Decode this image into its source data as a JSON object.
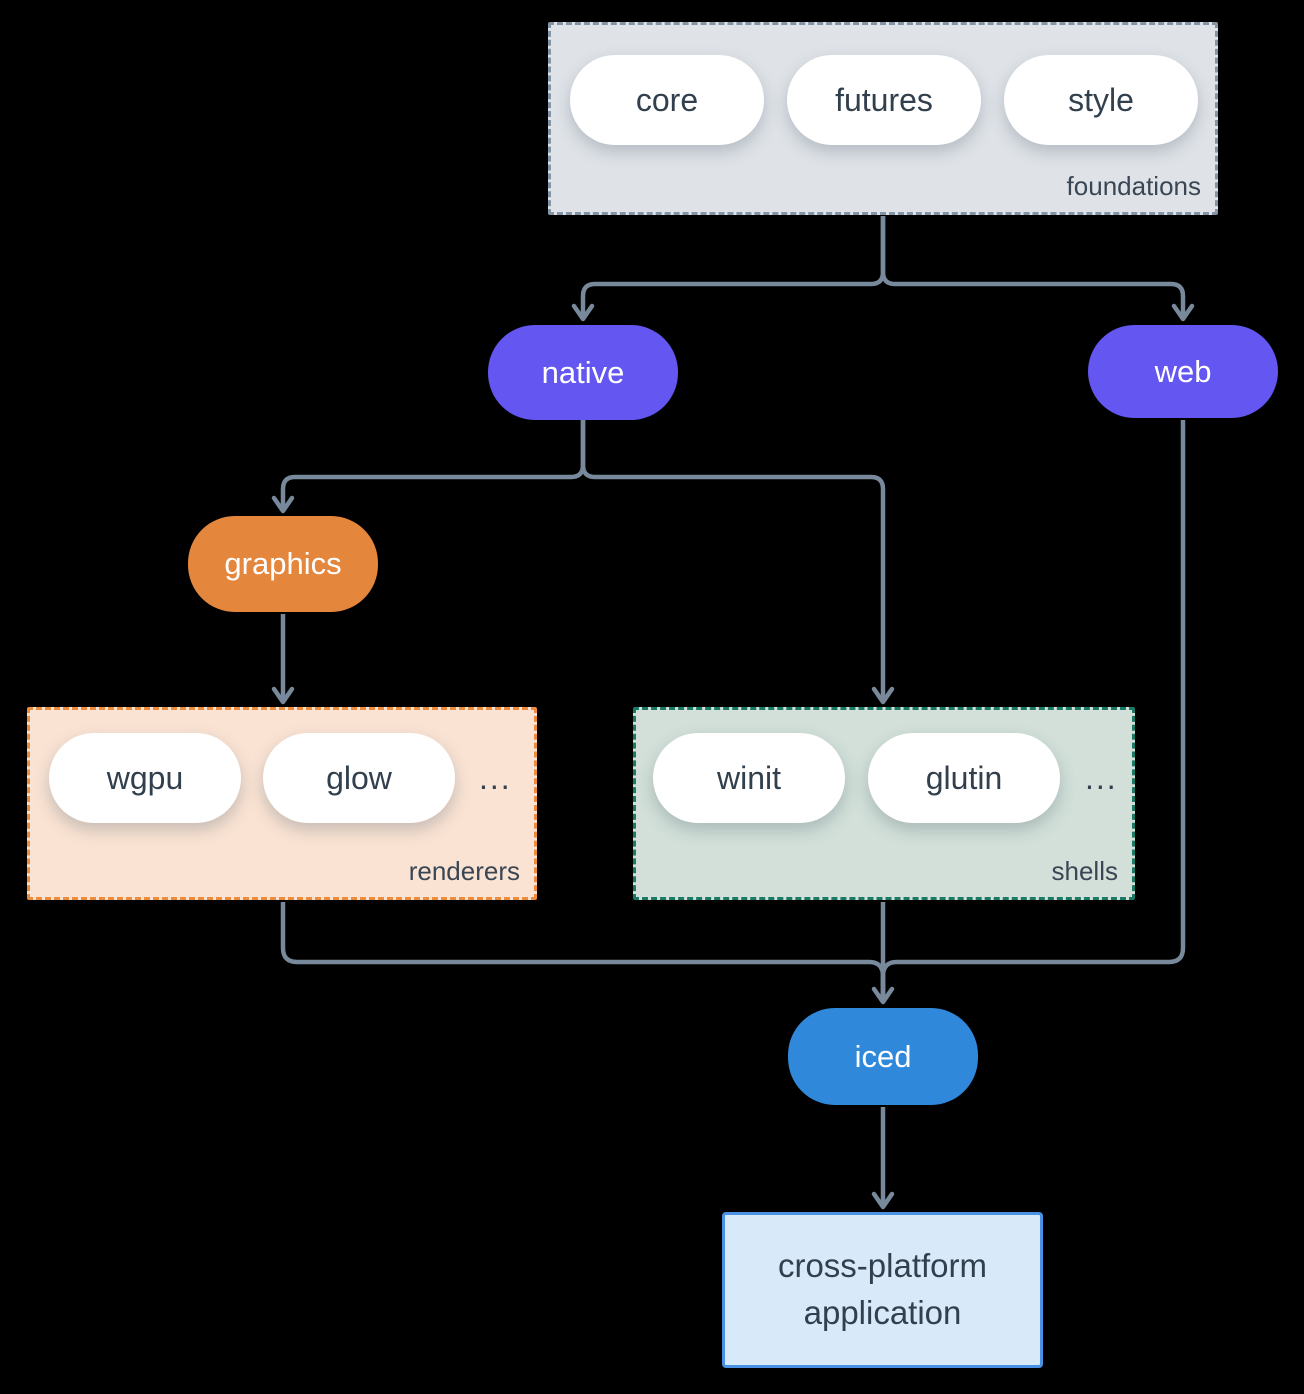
{
  "groups": {
    "foundations": {
      "label": "foundations",
      "items": [
        "core",
        "futures",
        "style"
      ]
    },
    "renderers": {
      "label": "renderers",
      "items": [
        "wgpu",
        "glow"
      ],
      "more": "..."
    },
    "shells": {
      "label": "shells",
      "items": [
        "winit",
        "glutin"
      ],
      "more": "..."
    }
  },
  "nodes": {
    "native": {
      "label": "native"
    },
    "web": {
      "label": "web"
    },
    "graphics": {
      "label": "graphics"
    },
    "iced": {
      "label": "iced"
    },
    "application": {
      "label": "cross-platform application"
    }
  },
  "edges": [
    {
      "from": "foundations",
      "to": "native"
    },
    {
      "from": "foundations",
      "to": "web"
    },
    {
      "from": "native",
      "to": "graphics"
    },
    {
      "from": "native",
      "to": "shells"
    },
    {
      "from": "graphics",
      "to": "renderers"
    },
    {
      "from": "renderers",
      "to": "iced"
    },
    {
      "from": "shells",
      "to": "iced"
    },
    {
      "from": "web",
      "to": "iced"
    },
    {
      "from": "iced",
      "to": "application"
    }
  ],
  "colors": {
    "background": "#000000",
    "connector": "#78899c",
    "foundations_fill": "#dfe3e8",
    "foundations_border": "#8494a5",
    "renderers_fill": "#fae3d3",
    "renderers_border": "#ee8c3d",
    "shells_fill": "#d2e0d9",
    "shells_border": "#1b7a66",
    "pill_fill": "#ffffff",
    "pill_text": "#32404e",
    "label_text": "#3a4654",
    "native_fill": "#6456f0",
    "web_fill": "#6456f0",
    "graphics_fill": "#e5863d",
    "iced_fill": "#2f88d9",
    "app_fill": "#d8e9f9",
    "app_border": "#4a91e4",
    "node_text": "#ffffff"
  }
}
